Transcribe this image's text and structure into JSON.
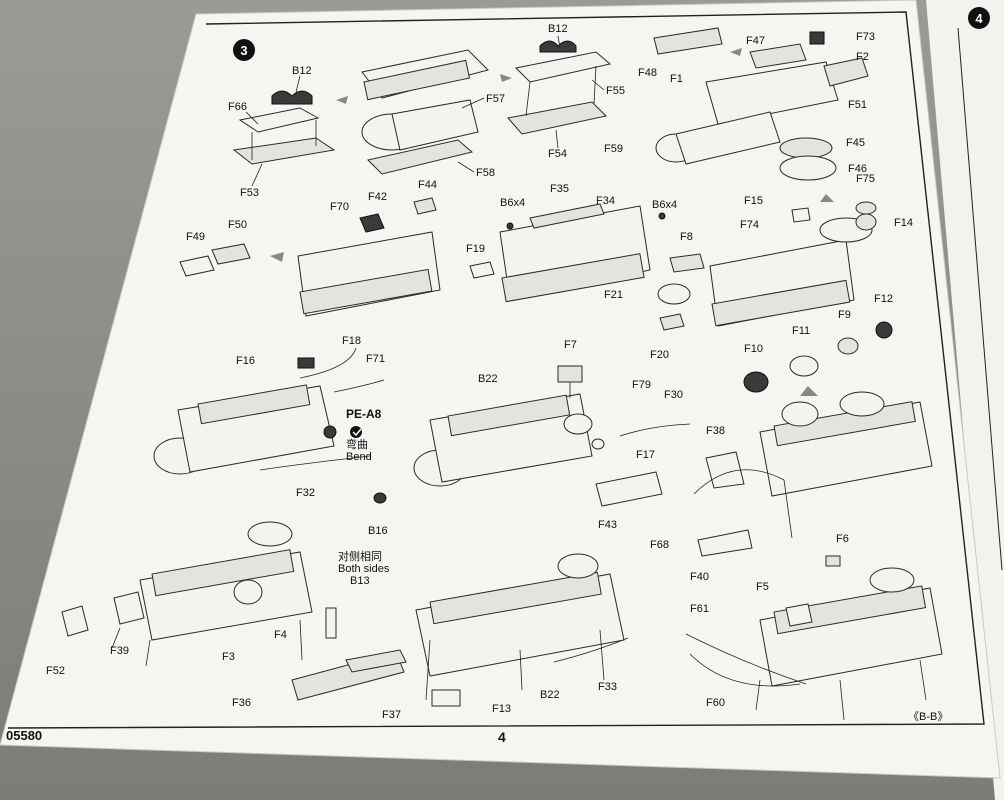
{
  "page": {
    "step_number": "3",
    "next_step_number": "4",
    "page_number": "4",
    "kit_code": "05580",
    "view_note": "《B-B》"
  },
  "notes": {
    "bend_label": "PE-A8",
    "bend_cn": "弯曲",
    "bend_en": "Bend",
    "both_sides_cn": "对侧相同",
    "both_sides_en": "Both sides",
    "both_sides_part": "B13"
  },
  "labels": {
    "b12a": "B12",
    "f66": "F66",
    "f53": "F53",
    "b12b": "B12",
    "f55": "F55",
    "f57": "F57",
    "f58": "F58",
    "f54": "F54",
    "f47": "F47",
    "f73": "F73",
    "f48": "F48",
    "f1": "F1",
    "f2": "F2",
    "f51": "F51",
    "f59": "F59",
    "f45": "F45",
    "f46": "F46",
    "f70": "F70",
    "f42": "F42",
    "f44": "F44",
    "f50": "F50",
    "f49": "F49",
    "b6x4a": "B6x4",
    "f35": "F35",
    "f34": "F34",
    "b6x4b": "B6x4",
    "f19": "F19",
    "f8": "F8",
    "f21": "F21",
    "f20": "F20",
    "f74": "F74",
    "f15": "F15",
    "f75": "F75",
    "f14": "F14",
    "f12": "F12",
    "f9": "F9",
    "f11": "F11",
    "f10": "F10",
    "f18": "F18",
    "f16": "F16",
    "f71": "F71",
    "f32": "F32",
    "f7": "F7",
    "b22a": "B22",
    "f79": "F79",
    "f30": "F30",
    "f17": "F17",
    "b16": "B16",
    "f43": "F43",
    "f38": "F38",
    "f68": "F68",
    "f40": "F40",
    "f52": "F52",
    "f39": "F39",
    "f3": "F3",
    "f4": "F4",
    "f36": "F36",
    "f37": "F37",
    "f13": "F13",
    "b22b": "B22",
    "f33": "F33",
    "f6": "F6",
    "f5": "F5",
    "f61": "F61",
    "f60": "F60"
  }
}
